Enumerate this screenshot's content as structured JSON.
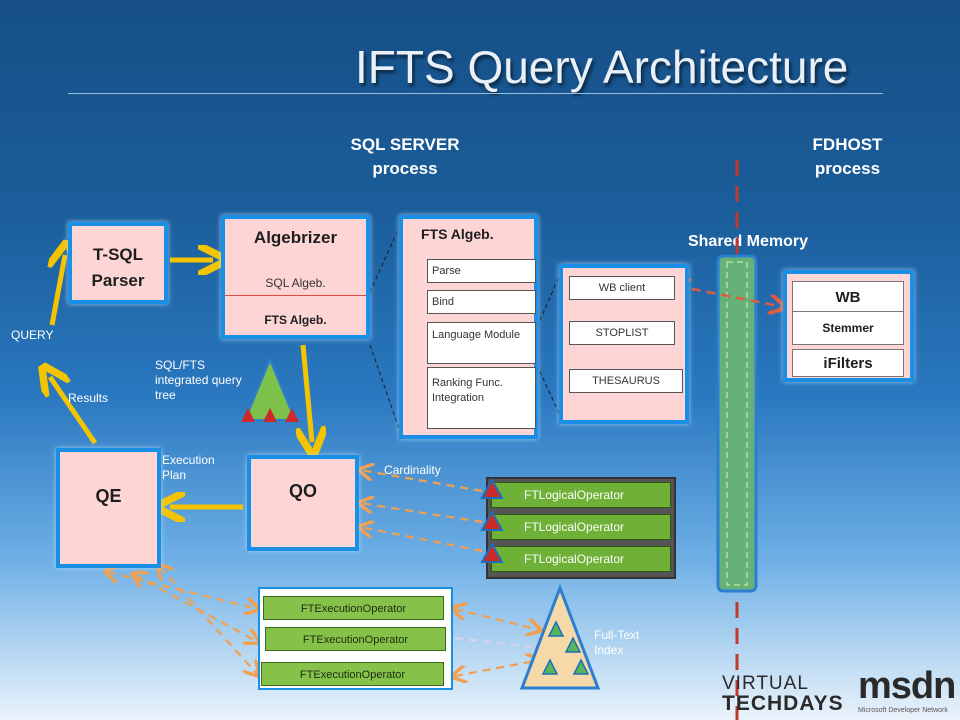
{
  "title": "IFTS Query Architecture",
  "process_labels": {
    "sql_server": "SQL SERVER\nprocess",
    "fdhost": "FDHOST\nprocess",
    "shared_memory": "Shared Memory"
  },
  "tsql_parser": {
    "label": "T-SQL Parser"
  },
  "algebrizer": {
    "title": "Algebrizer",
    "sql_algeb": "SQL Algeb.",
    "fts_algeb": "FTS Algeb."
  },
  "fts_algeb_box": {
    "title": "FTS Algeb.",
    "items": [
      "Parse",
      "Bind",
      "Language Module",
      "Ranking  Func. Integration"
    ]
  },
  "wb_client_box": {
    "items": [
      "WB client",
      "STOPLIST",
      "THESAURUS"
    ]
  },
  "fdhost_box": {
    "wb": "WB",
    "stemmer": "Stemmer",
    "ifilters": "iFilters"
  },
  "labels": {
    "query": "QUERY",
    "results": "Results",
    "tree": "SQL/FTS integrated query tree",
    "execution_plan": "Execution Plan",
    "cardinality": "Cardinality",
    "full_text_index": "Full-Text Index"
  },
  "qo": {
    "label": "QO"
  },
  "qe": {
    "label": "QE"
  },
  "logical_operators": [
    "FTLogicalOperator",
    "FTLogicalOperator",
    "FTLogicalOperator"
  ],
  "execution_operators": [
    "FTExecutionOperator",
    "FTExecutionOperator",
    "FTExecutionOperator"
  ],
  "logo": {
    "virtual": "VIRTUAL",
    "techdays": "TECHDAYS",
    "msdn": "msdn",
    "msdn_sub": "Microsoft Developer Network"
  },
  "colors": {
    "box_border": "#1a8fe6",
    "box_fill": "#fdd5d5",
    "arrow_yellow": "#f5c400",
    "arrow_orange": "#f0a050",
    "dashed_red": "#c0392b"
  }
}
